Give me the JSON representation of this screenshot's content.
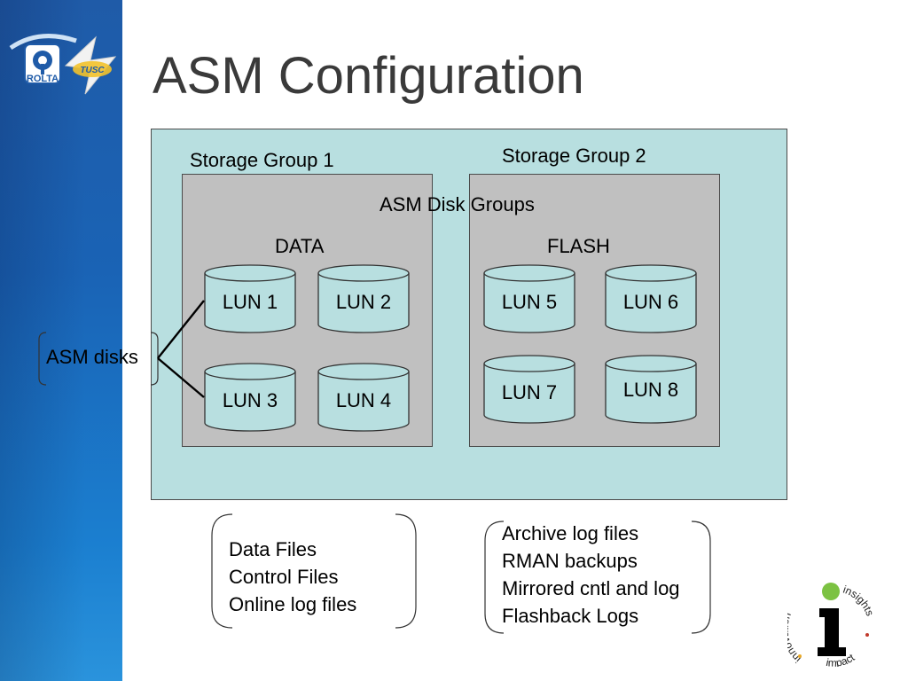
{
  "title": "ASM Configuration",
  "logo": {
    "brand": "ROLTA",
    "badge": "TUSC"
  },
  "storage_groups": {
    "group1_label": "Storage Group 1",
    "group2_label": "Storage Group 2"
  },
  "asm_disk_groups_label": "ASM Disk Groups",
  "disk_groups": [
    {
      "name": "DATA",
      "luns": [
        "LUN 1",
        "LUN 2",
        "LUN 3",
        "LUN 4"
      ]
    },
    {
      "name": "FLASH",
      "luns": [
        "LUN 5",
        "LUN 6",
        "LUN 7",
        "LUN 8"
      ]
    }
  ],
  "asm_disks_label": "ASM disks",
  "data_contents": [
    "Data Files",
    "Control Files",
    "Online log files"
  ],
  "flash_contents": [
    "Archive log files",
    "RMAN backups",
    "Mirrored cntl and log",
    "Flashback Logs"
  ],
  "corner_logo": {
    "words": [
      "innovation",
      "insights",
      "impact"
    ],
    "letter": "i"
  },
  "colors": {
    "outer_box": "#b8dfe0",
    "group_box": "#c0c0c0",
    "cylinder": "#b8dfe0",
    "sidebar": "#1a63b5",
    "logo_dot": "#7cc242"
  }
}
